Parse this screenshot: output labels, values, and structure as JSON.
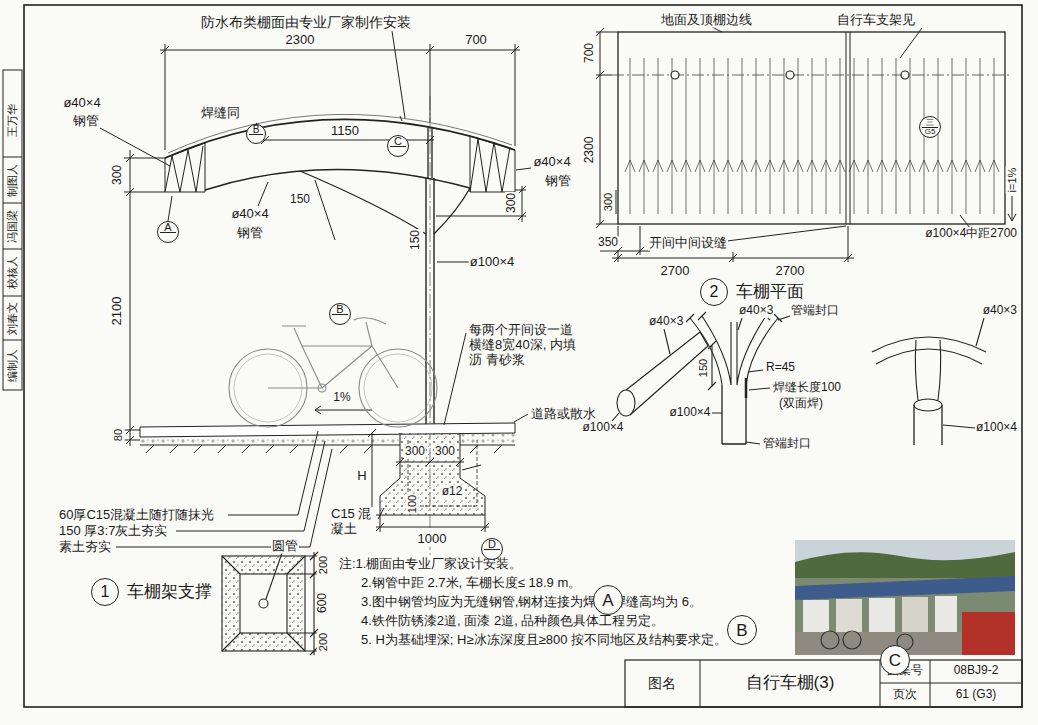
{
  "diagram": {
    "title": "自行车棚(3)",
    "nodes": [
      {
        "text": [
          "A"
        ]
      },
      {
        "text": [
          "B"
        ]
      },
      {
        "text": [
          "C"
        ]
      },
      {
        "text": [
          "B"
        ]
      },
      {
        "text": [
          "D"
        ]
      },
      {
        "text": [
          "1",
          "车棚架支撑"
        ]
      },
      {
        "text": [
          "三",
          "G5"
        ]
      },
      {
        "text": [
          "2",
          "车棚平面"
        ]
      },
      {
        "text": [
          "A"
        ]
      },
      {
        "text": [
          "B"
        ]
      },
      {
        "text": [
          "C"
        ]
      },
      {
        "text": [
          "D"
        ]
      }
    ],
    "labels": [
      "防水布类棚面由专业厂家制作安装",
      "2300",
      "700",
      "1150",
      "焊缝同",
      "ø40×4",
      "钢管",
      "300",
      "150",
      "ø40×4",
      "钢管",
      "ø40×4",
      "钢管",
      "300",
      "150",
      "ø100×4",
      "2100",
      "每两个开间设一道 横缝8宽40深, 内填沥 青砂浆",
      "1%",
      "道路或散水",
      "80",
      "300",
      "300",
      "H",
      "ø12",
      "100",
      "1000",
      "60厚C15混凝土随打随抹光",
      "150 厚3:7灰土夯实",
      "素土夯实",
      "C15 混凝土",
      "圆管",
      "200",
      "600",
      "200",
      "注:1.棚面由专业厂家设计安装。",
      "2.钢管中距 2.7米, 车棚长度≤ 18.9 m。",
      "3.图中钢管均应为无缝钢管,钢材连接为焊接,焊缝高均为 6。",
      "4.铁件防锈漆2道, 面漆 2道, 品种颜色具体工程另定。",
      "5. H为基础埋深; H≥冰冻深度且≥800 按不同地区及结构要求定。",
      "地面及顶棚边线",
      "自行车支架见",
      "700",
      "2300",
      "300",
      "350",
      "开间中间设缝",
      "ø100×4中距2700",
      "i=1%",
      "2700",
      "2700",
      "ø40×3",
      "ø100×4",
      "ø40×3",
      "管端封口",
      "150",
      "R=45",
      "焊缝长度100",
      "(双面焊)",
      "ø100×4",
      "管端封口",
      "ø40×3",
      "ø100×4",
      "图名",
      "图集号",
      "08BJ9-2",
      "页次",
      "61 (G3)",
      "编制人",
      "刘春文",
      "校核人",
      "冯国梁",
      "制图人",
      "王万华"
    ]
  }
}
